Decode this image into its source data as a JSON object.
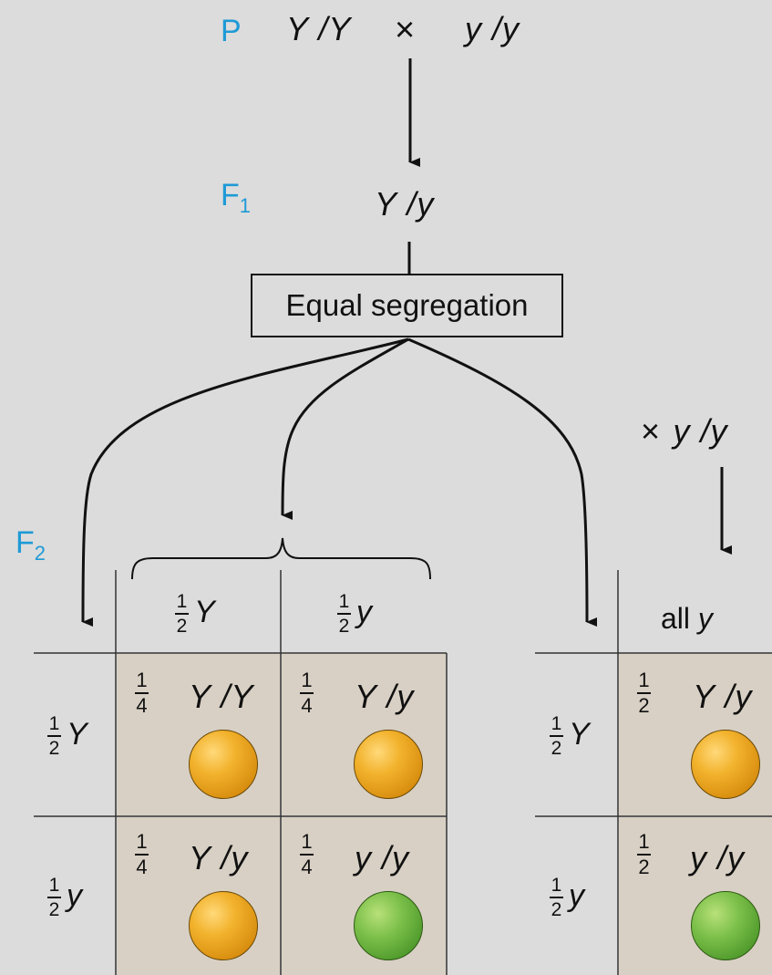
{
  "generations": {
    "p": "P",
    "f1_letter": "F",
    "f1_sub": "1",
    "f2_letter": "F",
    "f2_sub": "2"
  },
  "cross": {
    "parent1": "Y /Y",
    "times": "×",
    "parent2": "y /y",
    "f1_genotype": "Y /y",
    "segregation_label": "Equal segregation",
    "testcross_times": "×",
    "testcross_genotype": "y /y"
  },
  "punnett": {
    "gamete_fraction_num": "1",
    "gamete_fraction_den": "2",
    "col_alleles": [
      "Y",
      "y"
    ],
    "row_alleles": [
      "Y",
      "y"
    ],
    "cell_fraction_num": "1",
    "cell_fraction_den": "4",
    "cells": [
      {
        "genotype": "Y /Y",
        "phenotype": "yellow"
      },
      {
        "genotype": "Y /y",
        "phenotype": "yellow"
      },
      {
        "genotype": "Y /y",
        "phenotype": "yellow"
      },
      {
        "genotype": "y /y",
        "phenotype": "green"
      }
    ]
  },
  "testcross": {
    "col_header_prefix": "all",
    "col_header_allele": "y",
    "row_fraction_num": "1",
    "row_fraction_den": "2",
    "row_alleles": [
      "Y",
      "y"
    ],
    "cell_fraction_num": "1",
    "cell_fraction_den": "2",
    "cells": [
      {
        "genotype": "Y /y",
        "phenotype": "yellow"
      },
      {
        "genotype": "y /y",
        "phenotype": "green"
      }
    ]
  },
  "colors": {
    "generation_label": "#1e9ad6",
    "cell_background": "#d8d0c4",
    "yellow_pea": "#f2b22c",
    "green_pea": "#7cc04a",
    "page_background": "#dcdcdc"
  }
}
